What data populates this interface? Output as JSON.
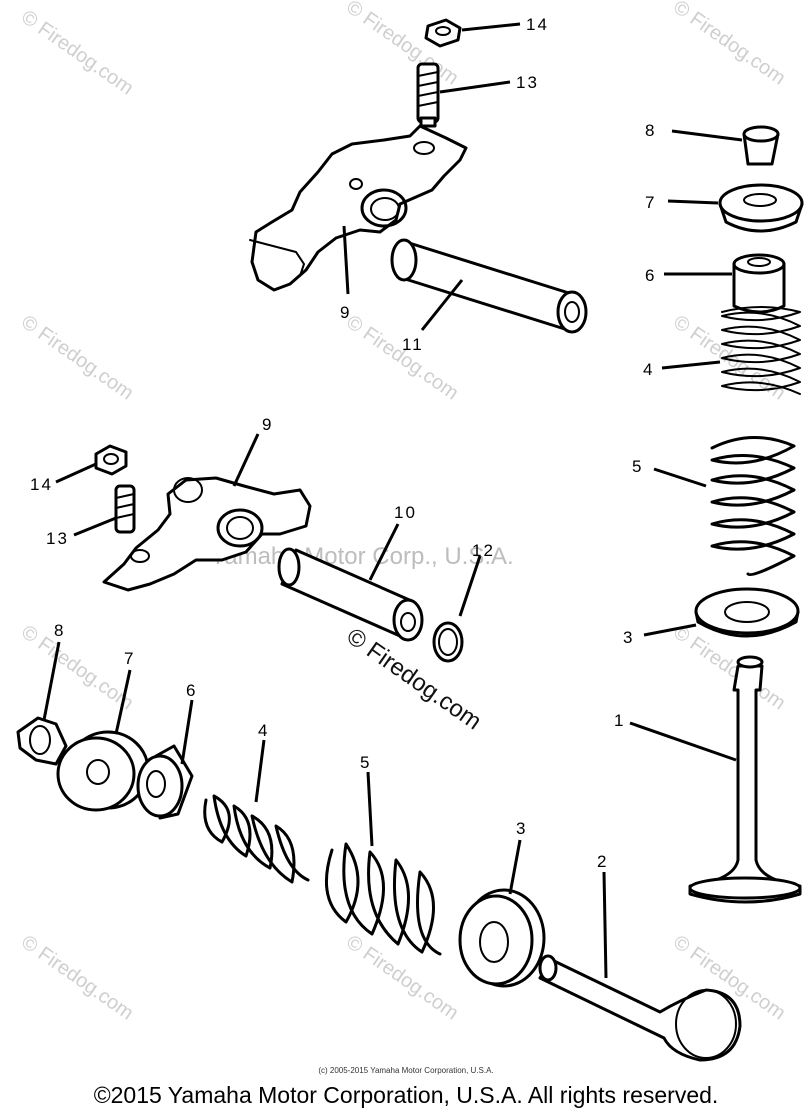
{
  "labels": {
    "l14a": "14",
    "l13a": "13",
    "l9a": "9",
    "l11": "11",
    "l8a": "8",
    "l7a": "7",
    "l6a": "6",
    "l4a": "4",
    "l5a": "5",
    "l3a": "3",
    "l1": "1",
    "l9b": "9",
    "l14b": "14",
    "l13b": "13",
    "l10": "10",
    "l12": "12",
    "l8b": "8",
    "l7b": "7",
    "l6b": "6",
    "l4b": "4",
    "l5b": "5",
    "l3b": "3",
    "l2": "2"
  },
  "watermarks": {
    "firedog_corner": "© Firedog.com",
    "center_firedog": "© Firedog.com",
    "center_yamaha": "Yamaha Motor Corp., U.S.A."
  },
  "small_credit": "(c) 2005-2015 Yamaha Motor Corporation, U.S.A.",
  "footer": "©2015 Yamaha Motor Corporation, U.S.A. All rights reserved."
}
